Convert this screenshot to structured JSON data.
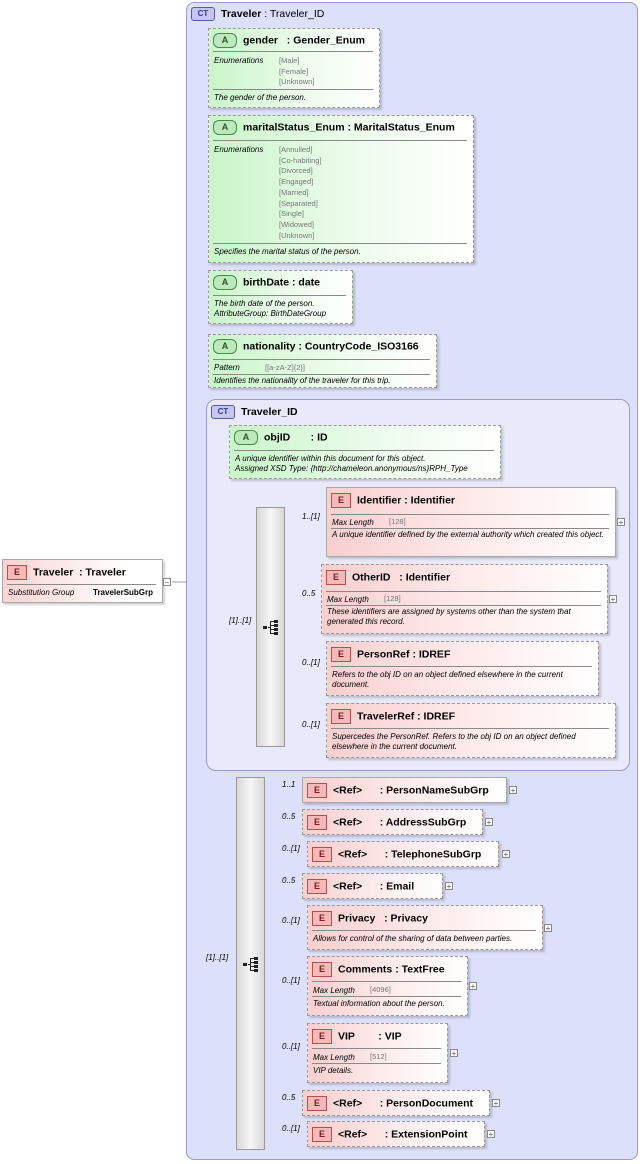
{
  "root": {
    "badge": "E",
    "name": "Traveler",
    "type": ": Traveler",
    "sub_label": "Substitution Group",
    "sub_value": "TravelerSubGrp"
  },
  "outer_ct": {
    "badge": "CT",
    "name": "Traveler",
    "type": ": Traveler_ID"
  },
  "attributes": [
    {
      "badge": "A",
      "name": "gender",
      "type": ": Gender_Enum",
      "facet_label": "Enumerations",
      "facet_values": [
        "[Male]",
        "[Female]",
        "[Unknown]"
      ],
      "doc": "The gender of the person."
    },
    {
      "badge": "A",
      "name": "maritalStatus_Enum",
      "type": ": MaritalStatus_Enum",
      "facet_label": "Enumerations",
      "facet_values": [
        "[Annulled]",
        "[Co-habiting]",
        "[Divorced]",
        "[Engaged]",
        "[Married]",
        "[Separated]",
        "[Single]",
        "[Widowed]",
        "[Unknown]"
      ],
      "doc": "Specifies the marital status of the person."
    },
    {
      "badge": "A",
      "name": "birthDate",
      "type": ": date",
      "doc": "The birth date of the person.",
      "doc2": "AttributeGroup: BirthDateGroup"
    },
    {
      "badge": "A",
      "name": "nationality",
      "type": ": CountryCode_ISO3166",
      "facet_label": "Pattern",
      "facet_values": [
        "[[a-zA-Z]{2}]"
      ],
      "doc": "Identifies the nationality of the traveler for this trip."
    }
  ],
  "inner_ct": {
    "badge": "CT",
    "name": "Traveler_ID",
    "attr": {
      "badge": "A",
      "name": "objID",
      "type": ": ID",
      "doc": "A unique identifier within this document for this object.",
      "doc2": "Assigned XSD Type: {http://chameleon.anonymous/ns}RPH_Type"
    },
    "choice_cardinality": "[1]..[1]",
    "elements": [
      {
        "badge": "E",
        "name": "Identifier",
        "type": ": Identifier",
        "card": "1..[1]",
        "facet_label": "Max Length",
        "facet_value": "[128]",
        "doc": "A unique identifier defined by the external authority which created this object.",
        "plus": "+"
      },
      {
        "badge": "E",
        "name": "OtherID",
        "type": ": Identifier",
        "card": "0..5",
        "facet_label": "Max Length",
        "facet_value": "[128]",
        "doc": "These identifiers are assigned by systems other than the system that generated this record.",
        "plus": "+"
      },
      {
        "badge": "E",
        "name": "PersonRef",
        "type": ": IDREF",
        "card": "0..[1]",
        "doc": "Refers to the obj ID on an object defined elsewhere in the current document."
      },
      {
        "badge": "E",
        "name": "TravelerRef",
        "type": ": IDREF",
        "card": "0..[1]",
        "doc": "Supercedes the PersonRef.  Refers to the obj ID on an object defined elsewhere in the current document."
      }
    ]
  },
  "outer_sequence": {
    "cardinality": "[1]..[1]",
    "elements": [
      {
        "badge": "E",
        "name": "<Ref>",
        "type": ": PersonNameSubGrp",
        "card": "1..1",
        "plus": "+"
      },
      {
        "badge": "E",
        "name": "<Ref>",
        "type": ": AddressSubGrp",
        "card": "0..5",
        "plus": "+"
      },
      {
        "badge": "E",
        "name": "<Ref>",
        "type": ": TelephoneSubGrp",
        "card": "0..[1]",
        "plus": "+"
      },
      {
        "badge": "E",
        "name": "<Ref>",
        "type": ": Email",
        "card": "0..5",
        "plus": "+"
      },
      {
        "badge": "E",
        "name": "Privacy",
        "type": ": Privacy",
        "card": "0..[1]",
        "doc": "Allows for control of the sharing of data between parties.",
        "plus": "+"
      },
      {
        "badge": "E",
        "name": "Comments",
        "type": ": TextFree",
        "card": "0..[1]",
        "facet_label": "Max Length",
        "facet_value": "[4096]",
        "doc": "Textual information about the person.",
        "plus": "+"
      },
      {
        "badge": "E",
        "name": "VIP",
        "type": ": VIP",
        "card": "0..[1]",
        "facet_label": "Max Length",
        "facet_value": "[512]",
        "doc": "VIP details.",
        "plus": "+"
      },
      {
        "badge": "E",
        "name": "<Ref>",
        "type": ": PersonDocument",
        "card": "0..5",
        "plus": "+"
      },
      {
        "badge": "E",
        "name": "<Ref>",
        "type": ": ExtensionPoint",
        "card": "0..[1]",
        "plus": "+"
      }
    ]
  }
}
